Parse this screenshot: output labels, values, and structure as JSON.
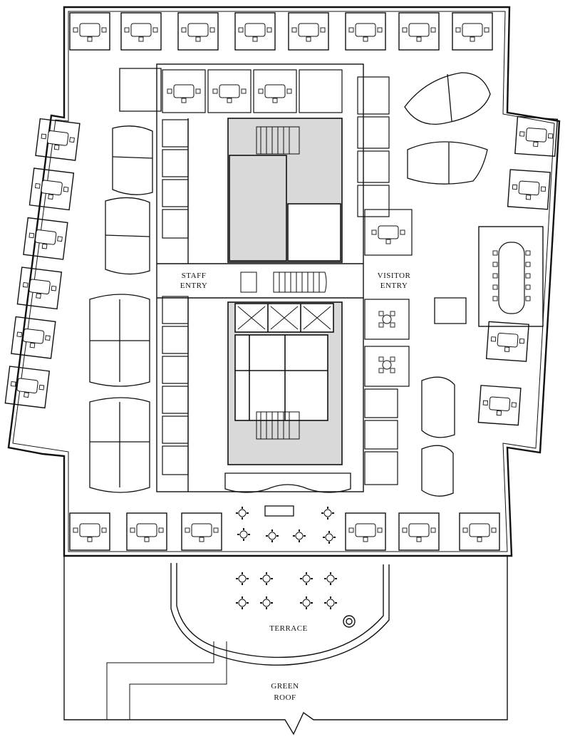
{
  "labels": {
    "staff_entry": [
      "STAFF",
      "ENTRY"
    ],
    "visitor_entry": [
      "VISITOR",
      "ENTRY"
    ],
    "terrace": "TERRACE",
    "green_roof": [
      "GREEN",
      "ROOF"
    ]
  },
  "colors": {
    "line": "#111111",
    "core_fill": "#d9d9d9",
    "background": "#ffffff"
  }
}
